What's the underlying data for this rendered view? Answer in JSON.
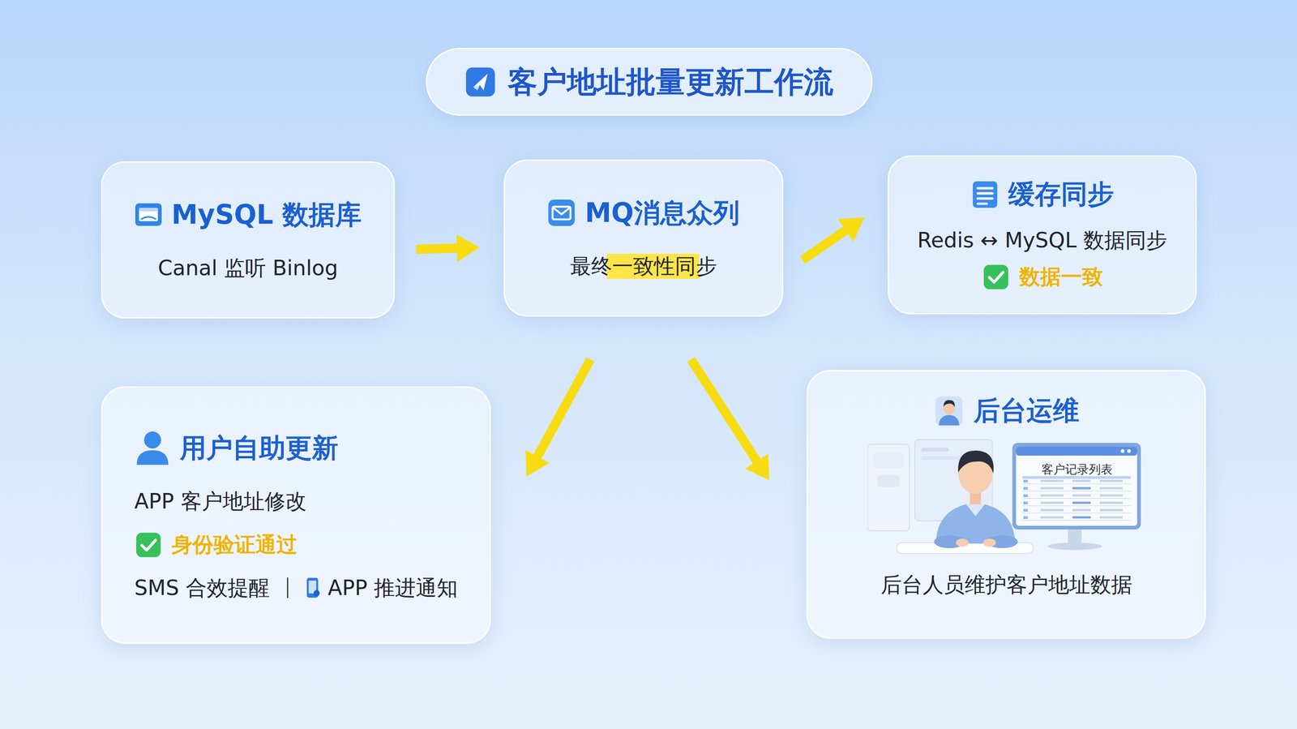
{
  "diagram": {
    "title": "客户地址批量更新工作流",
    "nodes": [
      {
        "text": [
          "MySQL 数据库",
          "Canal 监听 Binlog"
        ]
      },
      {
        "text": [
          "MQ消息众列",
          "最终一致性同步"
        ]
      },
      {
        "text": [
          "缓存同步",
          "Redis ↔ MySQL 数据同步",
          "数据一致"
        ]
      },
      {
        "text": [
          "用户自助更新",
          "APP 客户地址修改",
          "身份验证通过",
          "SMS 合效提醒",
          "APP 推进通知"
        ]
      },
      {
        "text": [
          "后台运维",
          "后台人员维护客户地址数据"
        ]
      }
    ],
    "edges": [
      {
        "from": 0,
        "to": 1,
        "arrow": "to"
      },
      {
        "from": 1,
        "to": 2,
        "arrow": "to"
      },
      {
        "from": 1,
        "to": 3,
        "arrow": "to"
      },
      {
        "from": 1,
        "to": 4,
        "arrow": "to"
      }
    ],
    "labels": [
      "客户记录列表"
    ]
  }
}
